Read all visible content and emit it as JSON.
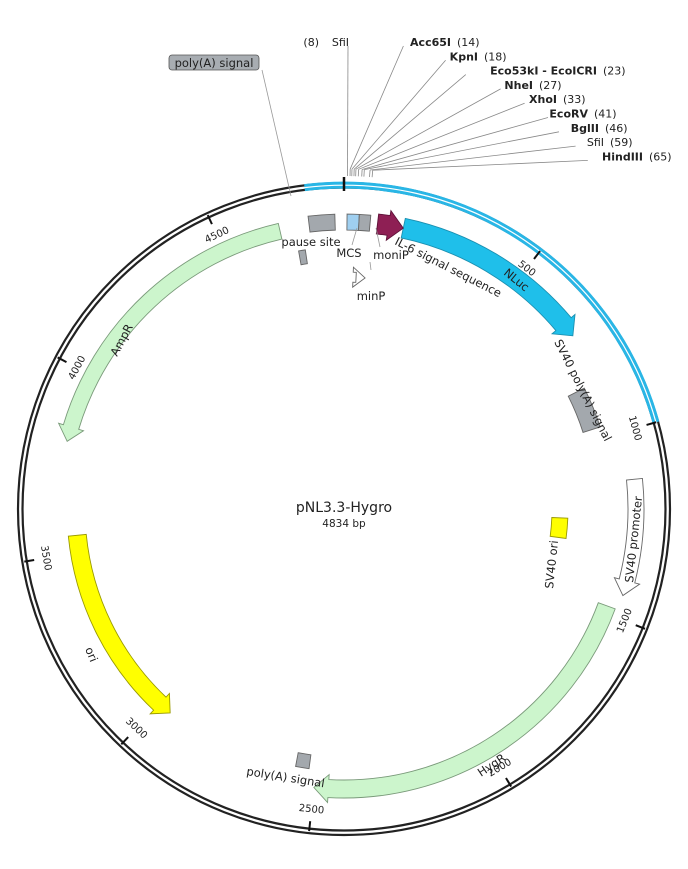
{
  "plasmid": {
    "name": "pNL3.3-Hygro",
    "size_label": "4834 bp",
    "length_bp": 4834
  },
  "colors": {
    "backbone": "#222222",
    "highlight_arc": "#29b6e6",
    "nluc": "#1fbfea",
    "il6": "#8e1f54",
    "mcs": "#9fcff0",
    "misc_gray": "#a3a8ad",
    "green": "#ccf5cc",
    "green_stroke": "#7a9a7a",
    "yellow": "#ffff00",
    "yellow_stroke": "#999900"
  },
  "restriction_sites": [
    {
      "name": "SfiI",
      "position_label": "(8)",
      "position": 8,
      "bold": false,
      "label_side": "left"
    },
    {
      "name": "Acc65I",
      "position_label": "(14)",
      "position": 14,
      "bold": true,
      "label_side": "right"
    },
    {
      "name": "KpnI",
      "position_label": "(18)",
      "position": 18,
      "bold": true,
      "label_side": "right"
    },
    {
      "name": "Eco53kI - EcoICRI",
      "position_label": "(23)",
      "position": 23,
      "bold": true,
      "label_side": "right"
    },
    {
      "name": "NheI",
      "position_label": "(27)",
      "position": 27,
      "bold": true,
      "label_side": "right"
    },
    {
      "name": "XhoI",
      "position_label": "(33)",
      "position": 33,
      "bold": true,
      "label_side": "right"
    },
    {
      "name": "EcoRV",
      "position_label": "(41)",
      "position": 41,
      "bold": true,
      "label_side": "right"
    },
    {
      "name": "BglII",
      "position_label": "(46)",
      "position": 46,
      "bold": true,
      "label_side": "right"
    },
    {
      "name": "SfiI",
      "position_label": "(59)",
      "position": 59,
      "bold": false,
      "label_side": "right"
    },
    {
      "name": "HindIII",
      "position_label": "(65)",
      "position": 65,
      "bold": true,
      "label_side": "right"
    }
  ],
  "features": [
    {
      "name": "NLuc",
      "start": 160,
      "end": 710,
      "type": "arrow",
      "color_key": "nluc"
    },
    {
      "name": "IL-6 signal sequence",
      "start": 90,
      "end": 160,
      "type": "arrow",
      "color_key": "il6"
    },
    {
      "name": "SV40 poly(A) signal",
      "start": 850,
      "end": 970,
      "type": "box",
      "color_key": "misc_gray"
    },
    {
      "name": "SV40 promoter",
      "start": 1130,
      "end": 1440,
      "type": "arrow",
      "color_key": "white"
    },
    {
      "name": "SV40 ori",
      "start": 1240,
      "end": 1310,
      "type": "box",
      "color_key": "yellow"
    },
    {
      "name": "HygR",
      "start": 1480,
      "end": 2500,
      "type": "arrow",
      "color_key": "green"
    },
    {
      "name": "poly(A) signal",
      "start": 2520,
      "end": 2560,
      "type": "box",
      "color_key": "misc_gray"
    },
    {
      "name": "ori",
      "start": 2960,
      "end": 3550,
      "type": "arrow_ccw",
      "color_key": "yellow"
    },
    {
      "name": "AmpR",
      "start": 3810,
      "end": 4660,
      "type": "arrow_ccw",
      "color_key": "green"
    },
    {
      "name": "pause site",
      "start": 4740,
      "end": 4810,
      "type": "box",
      "color_key": "misc_gray"
    },
    {
      "name": "poly(A) signal",
      "start": 4700,
      "end": 4720,
      "type": "box",
      "color_key": "misc_gray"
    },
    {
      "name": "MCS",
      "start": 8,
      "end": 40,
      "type": "box",
      "color_key": "mcs"
    },
    {
      "name": "moniP",
      "start": 40,
      "end": 70,
      "type": "box",
      "color_key": "misc_gray"
    },
    {
      "name": "minP",
      "start": 40,
      "end": 70,
      "type": "arrow_small",
      "color_key": "white"
    }
  ],
  "highlight_region": {
    "start": 4740,
    "end": 1000
  },
  "ticks": [
    {
      "position": 500,
      "label": "500"
    },
    {
      "position": 1000,
      "label": "1000"
    },
    {
      "position": 1500,
      "label": "1500"
    },
    {
      "position": 2000,
      "label": "2000"
    },
    {
      "position": 2500,
      "label": "2500"
    },
    {
      "position": 3000,
      "label": "3000"
    },
    {
      "position": 3500,
      "label": "3500"
    },
    {
      "position": 4000,
      "label": "4000"
    },
    {
      "position": 4500,
      "label": "4500"
    }
  ],
  "labels": {
    "polyA_top": "poly(A) signal",
    "pause_site": "pause site",
    "mcs": "MCS",
    "monip": "moniP",
    "minp": "minP",
    "il6": "IL-6 signal sequence",
    "nluc": "NLuc",
    "sv40_polya": "SV40 poly(A) signal",
    "sv40_promoter": "SV40 promoter",
    "sv40_ori": "SV40 ori",
    "hygr": "HygR",
    "polya_bottom": "poly(A) signal",
    "ori": "ori",
    "ampr": "AmpR"
  }
}
